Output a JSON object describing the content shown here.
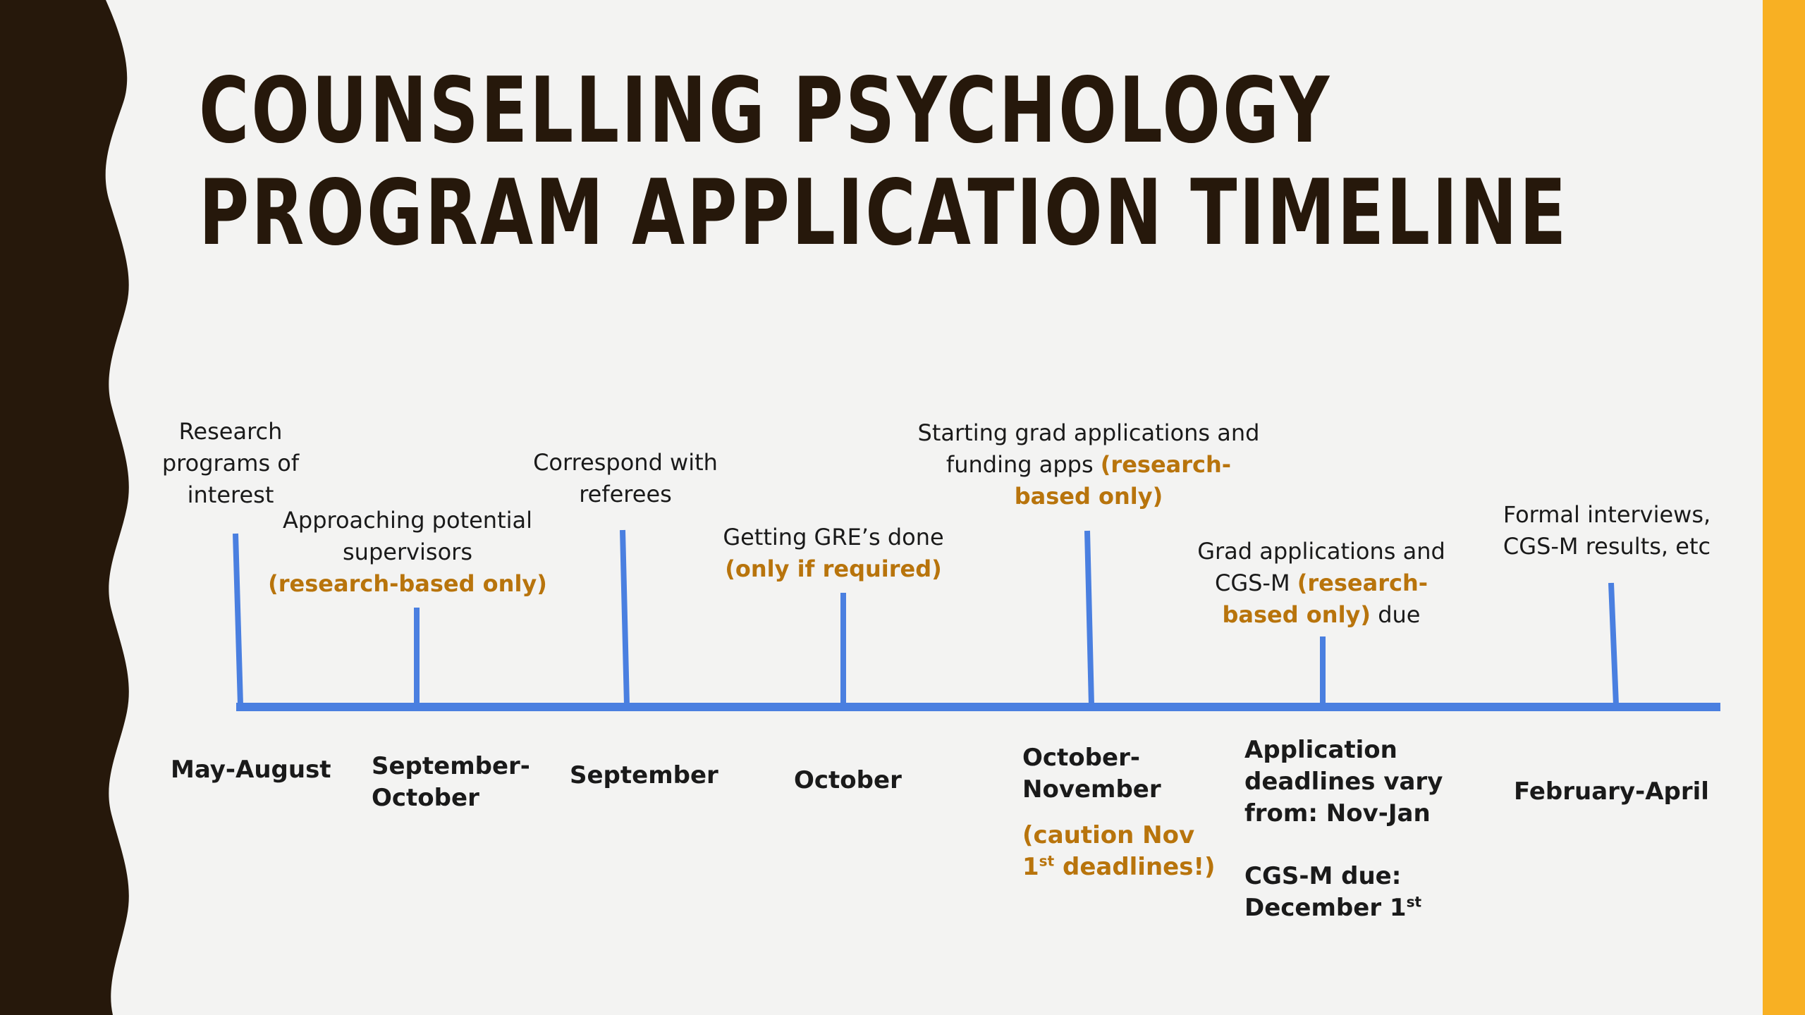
{
  "title": {
    "line1": "COUNSELLING PSYCHOLOGY",
    "line2": "PROGRAM APPLICATION TIMELINE"
  },
  "colors": {
    "background": "#f3f3f2",
    "left_band": "#26180b",
    "right_band": "#f8b023",
    "timeline": "#4a7fe0",
    "highlight": "#b8740c"
  },
  "events": [
    {
      "desc_lines": [
        "Research",
        "programs of",
        "interest"
      ],
      "highlight": "",
      "date": "May-August"
    },
    {
      "desc_lines": [
        "Approaching potential",
        "supervisors"
      ],
      "highlight": "(research-based only)",
      "date_lines": [
        "September-",
        "October"
      ]
    },
    {
      "desc_lines": [
        "Correspond with",
        "referees"
      ],
      "date": "September"
    },
    {
      "desc_line": "Getting GRE’s done",
      "highlight": "(only if required)",
      "date": "October"
    },
    {
      "desc_line1": "Starting grad applications and",
      "desc_line2": "funding apps",
      "highlight_part1": "(research-",
      "highlight_part2": "based only)",
      "date_lines": [
        "October-",
        "November"
      ],
      "caution_line1": "(caution Nov",
      "caution_num": "1",
      "caution_sup": "st",
      "caution_rest": " deadlines!)"
    },
    {
      "desc_line1": "Grad applications and",
      "desc_line2_pre": "CGS-M ",
      "highlight_part1": "(research-",
      "highlight_part2": "based only)",
      "desc_line3_post": " due",
      "date_lines": [
        "Application",
        "deadlines vary",
        "from: Nov-Jan"
      ],
      "cgsm_line1": "CGS-M due:",
      "cgsm_line2": "December 1",
      "cgsm_sup": "st"
    },
    {
      "desc_lines": [
        "Formal interviews,",
        "CGS-M results, etc"
      ],
      "date": "February-April"
    }
  ]
}
